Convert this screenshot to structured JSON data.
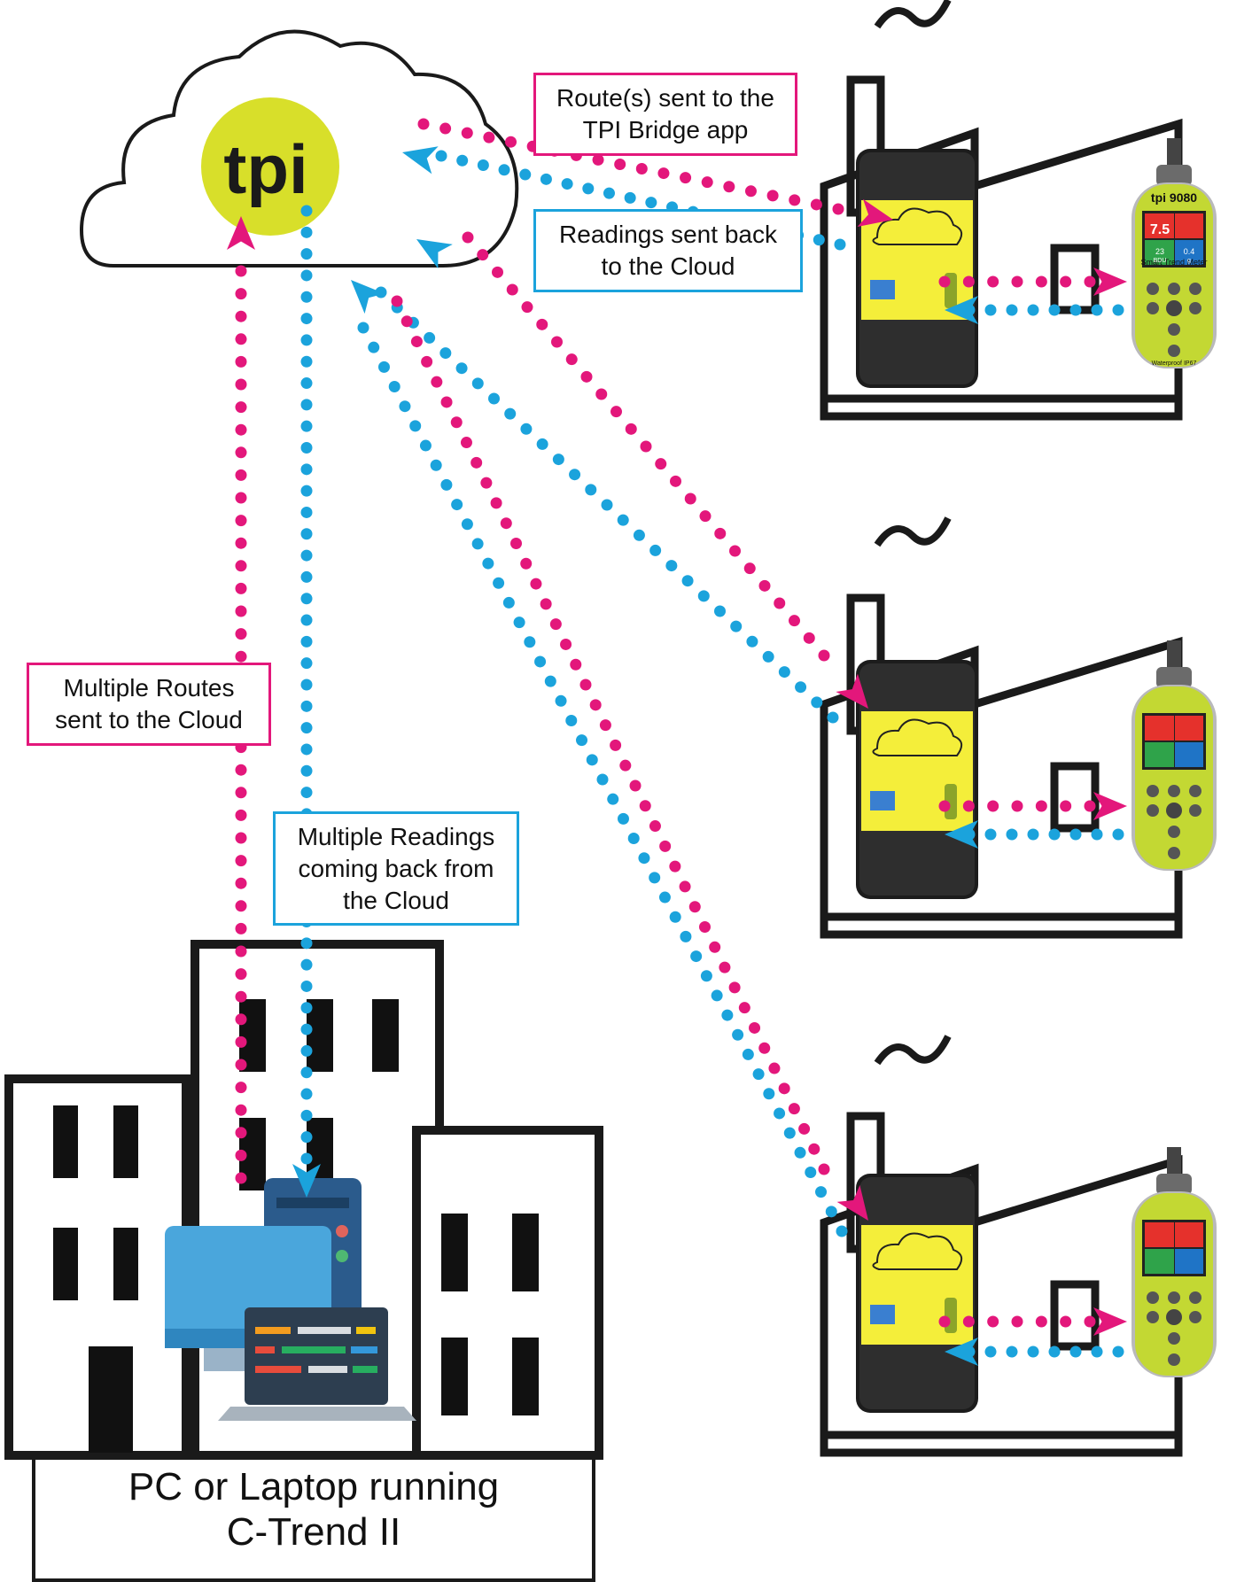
{
  "labels": {
    "route_to_bridge": [
      "Route(s) sent to the",
      "TPI Bridge app"
    ],
    "readings_to_cloud": [
      "Readings sent back",
      "to the Cloud"
    ],
    "routes_to_cloud": [
      "Multiple Routes",
      "sent to the Cloud"
    ],
    "readings_from_cloud": [
      "Multiple Readings",
      "coming back from",
      "the Cloud"
    ],
    "pc_caption": [
      "PC or Laptop running",
      "C-Trend II"
    ]
  },
  "brand": {
    "logo_text": "tpi",
    "meter_model": "9080",
    "meter_brand": "tpi",
    "meter_title": "Smart Trend Meter",
    "meter_reading_big": "7.5",
    "meter_reading_bdu": "23",
    "meter_reading_bdu_unit": "BDU",
    "meter_reading_g": "0.4",
    "meter_reading_g_unit": "g",
    "meter_footer": "Waterproof IP67"
  },
  "colors": {
    "routes": "#e3177b",
    "readings": "#1ba3dc",
    "outline": "#1a1a1a",
    "logo_bg": "#d8df2a",
    "meter_body": "#bfd630",
    "screen_bg": "#f4ee3a"
  },
  "icons": [
    "cloud-icon",
    "factory-icon",
    "smartphone-icon",
    "trend-meter-icon",
    "office-building-icon",
    "desktop-computer-icon",
    "laptop-icon",
    "arrow-head-icon"
  ]
}
